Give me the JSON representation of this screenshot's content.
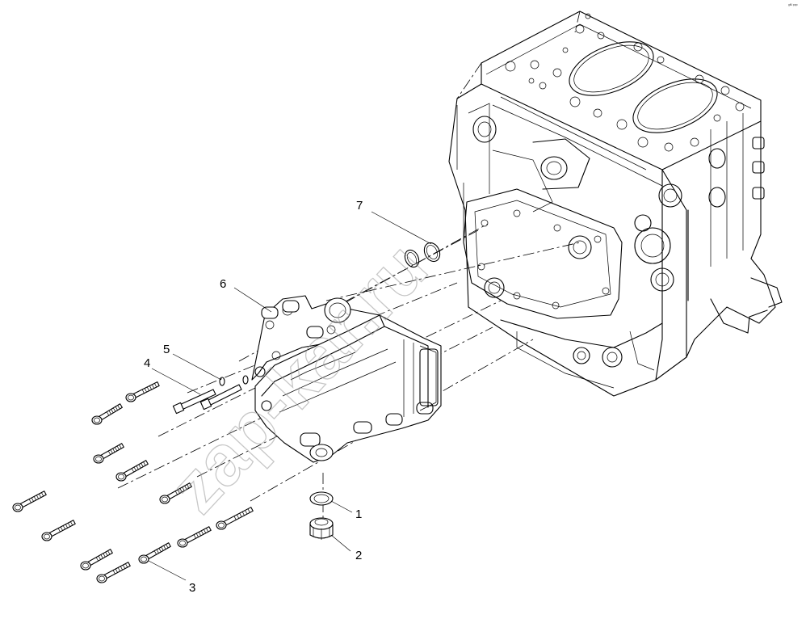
{
  "corner_code": "ᵍᴹ ᵖᵖᵖ",
  "watermark": "zap-kar.ru",
  "callouts": [
    {
      "id": "1",
      "label": "1"
    },
    {
      "id": "2",
      "label": "2"
    },
    {
      "id": "3",
      "label": "3"
    },
    {
      "id": "4",
      "label": "4"
    },
    {
      "id": "5",
      "label": "5"
    },
    {
      "id": "6",
      "label": "6"
    },
    {
      "id": "7",
      "label": "7"
    }
  ]
}
